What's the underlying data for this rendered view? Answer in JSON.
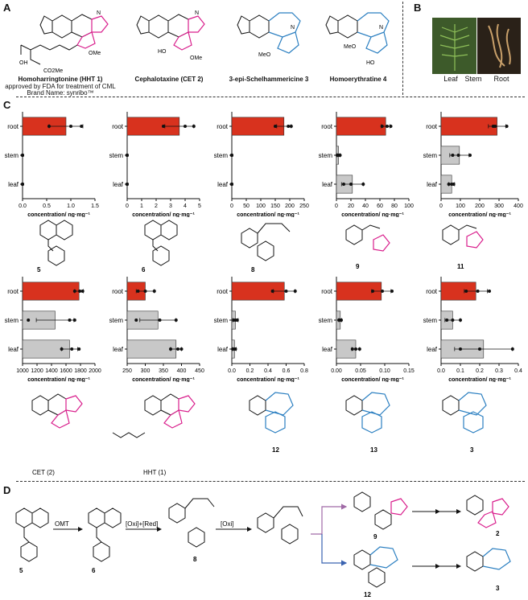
{
  "panels": {
    "A": "A",
    "B": "B",
    "C": "C",
    "D": "D"
  },
  "panel_a": {
    "hht_name": "Homoharringtonine (HHT 1)",
    "hht_note1": "approved by FDA for treatment of CML",
    "hht_note2": "Brand Name: synribo™",
    "cet_name": "Cephalotaxine (CET 2)",
    "schel_name": "3-epi-Schelhammericine 3",
    "homo_name": "Homoerythratine 4",
    "labels": {
      "oh": "OH",
      "co2me": "CO2Me",
      "ome": "OMe",
      "ho": "HO",
      "meo": "MeO",
      "n": "N",
      "o": "O"
    }
  },
  "panel_b": {
    "leaf": "Leaf",
    "stem": "Stem",
    "root": "Root"
  },
  "chart_style": {
    "root_color": "#d8321e",
    "other_color": "#c8c8c8"
  },
  "chart_data": [
    {
      "type": "bar",
      "categories": [
        "root",
        "stem",
        "leaf"
      ],
      "values": [
        0.9,
        0,
        0
      ],
      "errors": [
        0.35,
        0,
        0
      ],
      "points": [
        [
          0.55,
          1.0,
          1.22
        ],
        [
          0,
          0,
          0
        ],
        [
          0,
          0,
          0
        ]
      ],
      "xlim": [
        0,
        1.5
      ],
      "ticks": [
        "0.0",
        "0.5",
        "1.0",
        "1.5"
      ],
      "xlabel": "concentration/ ng·mg⁻¹"
    },
    {
      "type": "bar",
      "categories": [
        "root",
        "stem",
        "leaf"
      ],
      "values": [
        3.6,
        0,
        0
      ],
      "errors": [
        1.0,
        0,
        0
      ],
      "points": [
        [
          2.5,
          4.0,
          4.6
        ],
        [
          0,
          0,
          0
        ],
        [
          0,
          0,
          0
        ]
      ],
      "xlim": [
        0,
        5
      ],
      "ticks": [
        "0",
        "1",
        "2",
        "3",
        "4",
        "5"
      ],
      "xlabel": "concentration/ ng·mg⁻¹"
    },
    {
      "type": "bar",
      "categories": [
        "root",
        "stem",
        "leaf"
      ],
      "values": [
        180,
        0,
        0
      ],
      "errors": [
        25,
        0,
        0
      ],
      "points": [
        [
          150,
          195,
          205
        ],
        [
          0,
          0,
          0
        ],
        [
          0,
          0,
          0
        ]
      ],
      "xlim": [
        0,
        250
      ],
      "ticks": [
        "0",
        "50",
        "100",
        "150",
        "200",
        "250"
      ],
      "xlabel": "concentration/ ng·mg⁻¹"
    },
    {
      "type": "bar",
      "categories": [
        "root",
        "stem",
        "leaf"
      ],
      "values": [
        68,
        3,
        22
      ],
      "errors": [
        6,
        2,
        15
      ],
      "points": [
        [
          63,
          70,
          75
        ],
        [
          1,
          3,
          5
        ],
        [
          10,
          20,
          37
        ]
      ],
      "xlim": [
        0,
        100
      ],
      "ticks": [
        "0",
        "20",
        "40",
        "60",
        "80",
        "100"
      ],
      "xlabel": "concentration/ ng·mg⁻¹"
    },
    {
      "type": "bar",
      "categories": [
        "root",
        "stem",
        "leaf"
      ],
      "values": [
        290,
        95,
        55
      ],
      "errors": [
        45,
        50,
        15
      ],
      "points": [
        [
          270,
          280,
          340
        ],
        [
          60,
          90,
          150
        ],
        [
          40,
          55,
          65
        ]
      ],
      "xlim": [
        0,
        400
      ],
      "ticks": [
        "0",
        "100",
        "200",
        "300",
        "400"
      ],
      "xlabel": "concentration/ ng·mg⁻¹"
    },
    {
      "type": "bar",
      "categories": [
        "root",
        "stem",
        "leaf"
      ],
      "values": [
        1780,
        1450,
        1650
      ],
      "errors": [
        60,
        260,
        110
      ],
      "points": [
        [
          1720,
          1790,
          1830
        ],
        [
          1080,
          1650,
          1720
        ],
        [
          1540,
          1680,
          1780
        ]
      ],
      "xlim": [
        1000,
        2000
      ],
      "ticks": [
        "1000",
        "1200",
        "1400",
        "1600",
        "1800",
        "2000"
      ],
      "xlabel": "concentration/ ng·mg⁻¹"
    },
    {
      "type": "bar",
      "categories": [
        "root",
        "stem",
        "leaf"
      ],
      "values": [
        300,
        335,
        385
      ],
      "errors": [
        25,
        50,
        15
      ],
      "points": [
        [
          280,
          300,
          325
        ],
        [
          275,
          340,
          385
        ],
        [
          370,
          390,
          400
        ]
      ],
      "xlim": [
        250,
        450
      ],
      "ticks": [
        "250",
        "300",
        "350",
        "400",
        "450"
      ],
      "xlabel": "concentration/ ng·mg⁻¹"
    },
    {
      "type": "bar",
      "categories": [
        "root",
        "stem",
        "leaf"
      ],
      "values": [
        0.58,
        0.04,
        0.03
      ],
      "errors": [
        0.12,
        0.03,
        0.02
      ],
      "points": [
        [
          0.45,
          0.6,
          0.7
        ],
        [
          0.02,
          0.04,
          0.06
        ],
        [
          0.01,
          0.03,
          0.04
        ]
      ],
      "xlim": [
        0,
        0.8
      ],
      "ticks": [
        "0.0",
        "0.2",
        "0.4",
        "0.6",
        "0.8"
      ],
      "xlabel": "concentration/ ng·mg⁻¹"
    },
    {
      "type": "bar",
      "categories": [
        "root",
        "stem",
        "leaf"
      ],
      "values": [
        0.093,
        0.008,
        0.04
      ],
      "errors": [
        0.02,
        0.003,
        0.008
      ],
      "points": [
        [
          0.075,
          0.095,
          0.115
        ],
        [
          0.005,
          0.008,
          0.01
        ],
        [
          0.033,
          0.04,
          0.048
        ]
      ],
      "xlim": [
        0,
        0.15
      ],
      "ticks": [
        "0.00",
        "0.05",
        "0.10",
        "0.15"
      ],
      "xlabel": "concentration/ ng·mg⁻¹"
    },
    {
      "type": "bar",
      "categories": [
        "root",
        "stem",
        "leaf"
      ],
      "values": [
        0.18,
        0.06,
        0.22
      ],
      "errors": [
        0.06,
        0.04,
        0.15
      ],
      "points": [
        [
          0.13,
          0.19,
          0.25
        ],
        [
          0.03,
          0.06,
          0.1
        ],
        [
          0.1,
          0.2,
          0.37
        ]
      ],
      "xlim": [
        0,
        0.4
      ],
      "ticks": [
        "0.0",
        "0.1",
        "0.2",
        "0.3",
        "0.4"
      ],
      "xlabel": "concentration/ ng·mg⁻¹"
    }
  ],
  "panel_c_mols_row1": [
    "5",
    "6",
    "8",
    "9",
    "11"
  ],
  "panel_c_mols_row2": [
    "CET (2)",
    "HHT (1)",
    "12",
    "13",
    "3"
  ],
  "panel_d": {
    "cmpd_5": "5",
    "cmpd_6": "6",
    "cmpd_8": "8",
    "cmpd_9": "9",
    "cmpd_12": "12",
    "cmpd_2": "2",
    "cmpd_3": "3",
    "step1": "OMT",
    "step2": "[Oxi]+[Red]",
    "step3": "[Oxi]",
    "colors": {
      "upper_arrow": "#a06aa6",
      "lower_arrow": "#3a63b0",
      "pink": "#d91e8c",
      "blue": "#2b7fc1"
    }
  }
}
